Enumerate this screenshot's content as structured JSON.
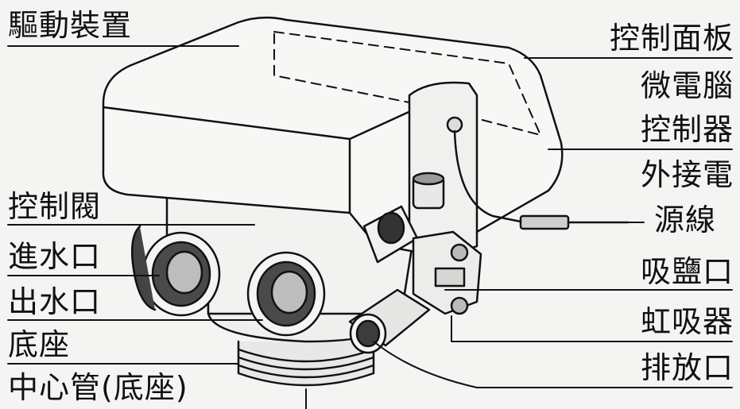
{
  "labels": {
    "drive_device": "驅動裝置",
    "control_valve": "控制閥",
    "inlet": "進水口",
    "outlet": "出水口",
    "base": "底座",
    "center_pipe": "中心管(底座)",
    "control_panel": "控制面板",
    "microcomputer_line1": "微電腦",
    "microcomputer_line2": "控制器",
    "power_cord_line1": "外接電",
    "power_cord_line2": "源線",
    "brine_inlet": "吸鹽口",
    "siphon": "虹吸器",
    "drain_outlet": "排放口"
  },
  "colors": {
    "line": "#111111",
    "paper": "#f4f4f2",
    "shade": "#cfcfcf"
  }
}
